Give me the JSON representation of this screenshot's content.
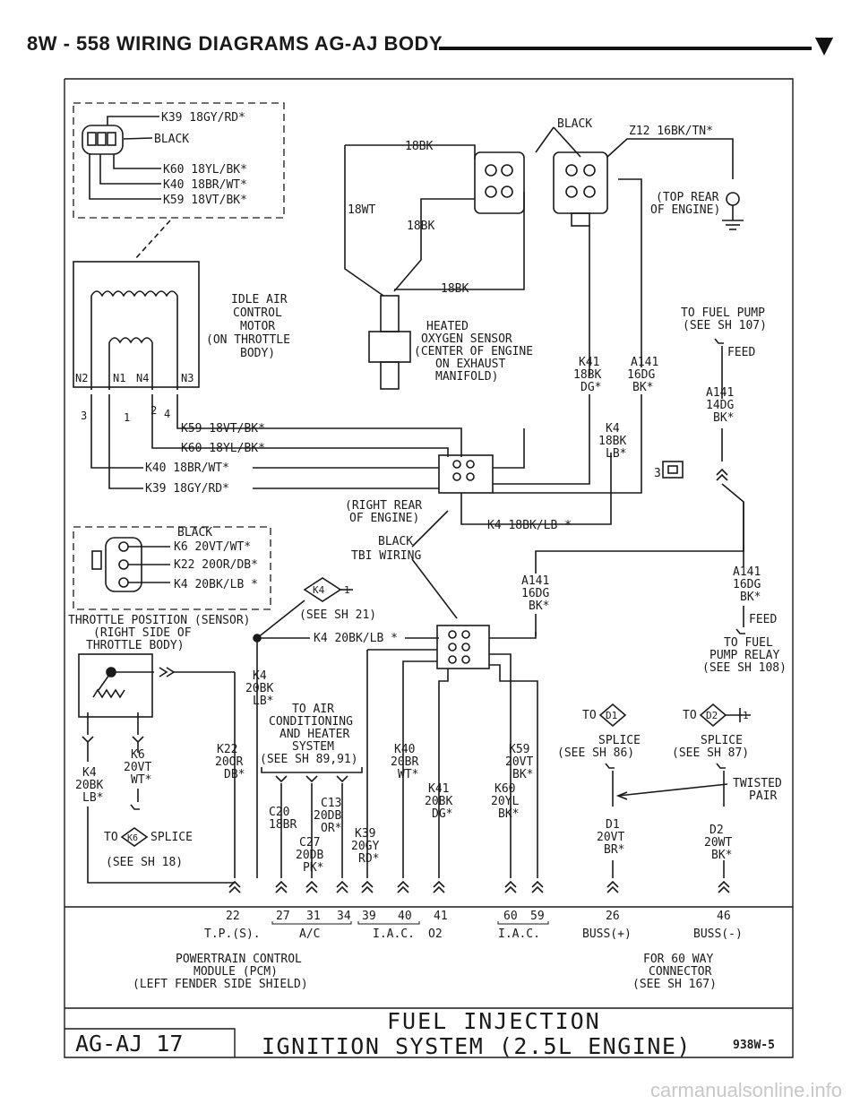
{
  "header": {
    "title": "8W - 558   WIRING DIAGRAMS AG-AJ BODY"
  },
  "colors": {
    "ink": "#1a1a1a",
    "paper": "#ffffff",
    "watermark": "#c8c8c8"
  },
  "conn1": {
    "w1": "K39 18GY/RD*",
    "black": "BLACK",
    "w2": "K60 18YL/BK*",
    "w3": "K40 18BR/WT*",
    "w4": "K59 18VT/BK*"
  },
  "idle": {
    "l1": "IDLE AIR",
    "l2": "CONTROL",
    "l3": "MOTOR",
    "l4": "(ON THROTTLE",
    "l5": "BODY)",
    "n2": "N2",
    "n1": "N1",
    "n4": "N4",
    "n3": "N3",
    "p3": "3",
    "p1": "1",
    "p2": "2",
    "p4": "4"
  },
  "o2": {
    "black": "BLACK",
    "w18bk_a": "18BK",
    "w18wt": "18WT",
    "w18bk_b": "18BK",
    "w18bk_c": "18BK",
    "z12": "Z12 16BK/TN*",
    "top1": "(TOP REAR",
    "top2": "OF ENGINE)",
    "h1": "HEATED",
    "h2": "OXYGEN SENSOR",
    "h3": "(CENTER OF ENGINE",
    "h4": "ON EXHAUST",
    "h5": "MANIFOLD)"
  },
  "fuel": {
    "l1": "TO FUEL PUMP",
    "l2": "(SEE SH 107)",
    "feed": "FEED",
    "a141a": "A141",
    "a141b": "16DG",
    "a141c": "BK*",
    "k41a": "K41",
    "k41b": "18BK",
    "k41c": "DG*",
    "r1": "A141",
    "r2": "14DG",
    "r3": "BK*"
  },
  "mid": {
    "k59": "K59 18VT/BK*",
    "k60": "K60 18YL/BK*",
    "k40": "K40 18BR/WT*",
    "k39": "K39 18GY/RD*",
    "k4a": "K4",
    "k4b": "18BK",
    "k4c": "LB*",
    "rr1": "(RIGHT REAR",
    "rr2": "OF ENGINE)",
    "k4line": "K4 18BK/LB *",
    "three": "3"
  },
  "tps": {
    "black": "BLACK",
    "k6": "K6 20VT/WT*",
    "k22": "K22 20OR/DB*",
    "k4": "K4 20BK/LB *",
    "t1": "THROTTLE POSITION (SENSOR)",
    "t2": "(RIGHT SIDE OF",
    "t3": "THROTTLE BODY)"
  },
  "tbi": {
    "b1": "BLACK",
    "b2": "TBI WIRING",
    "k4tag": "K4",
    "tag1": "1",
    "see21": "(SEE SH 21)",
    "k4line": "K4 20BK/LB *",
    "a141a": "A141",
    "a141b": "16DG",
    "a141c": "BK*",
    "ra": "A141",
    "rb": "16DG",
    "rc": "BK*",
    "feed": "FEED",
    "fp1": "TO FUEL",
    "fp2": "PUMP RELAY",
    "fp3": "(SEE SH 108)"
  },
  "lower": {
    "k4a": "K4",
    "k4b": "20BK",
    "k4c": "LB*",
    "ac1": "TO AIR",
    "ac2": "CONDITIONING",
    "ac3": "AND HEATER",
    "ac4": "SYSTEM",
    "ac5": "(SEE SH 89,91)",
    "k22a": "K22",
    "k22b": "20OR",
    "k22c": "DB*",
    "k6a": "K6",
    "k6b": "20VT",
    "k6c": "WT*",
    "lk4a": "K4",
    "lk4b": "20BK",
    "lk4c": "LB*",
    "to": "TO",
    "k6tag": "K6",
    "splice": "SPLICE",
    "see18": "(SEE SH 18)",
    "c13a": "C13",
    "c13b": "20DB",
    "c13c": "OR*",
    "c20a": "C20",
    "c20b": "18BR",
    "c27a": "C27",
    "c27b": "20DB",
    "c27c": "PK*",
    "k39a": "K39",
    "k39b": "20GY",
    "k39c": "RD*",
    "k40a": "K40",
    "k40b": "20BR",
    "k40c": "WT*",
    "k41a": "K41",
    "k41b": "20BK",
    "k41c": "DG*",
    "k60a": "K60",
    "k60b": "20YL",
    "k60c": "BK*",
    "k59a": "K59",
    "k59b": "20VT",
    "k59c": "BK*",
    "to1": "TO",
    "d1tag": "D1",
    "sp1": "SPLICE",
    "sp1s": "(SEE SH 86)",
    "to2": "TO",
    "d2tag": "D2",
    "d2one": "1",
    "sp2": "SPLICE",
    "sp2s": "(SEE SH 87)",
    "tw1": "TWISTED",
    "tw2": "PAIR",
    "d1a": "D1",
    "d1b": "20VT",
    "d1c": "BR*",
    "d2a": "D2",
    "d2b": "20WT",
    "d2c": "BK*"
  },
  "pcm": {
    "n22": "22",
    "n27": "27",
    "n31": "31",
    "n34": "34",
    "n39": "39",
    "n40": "40",
    "n41": "41",
    "n60": "60",
    "n59": "59",
    "n26": "26",
    "n46": "46",
    "tps": "T.P.(S).",
    "ac": "A/C",
    "iac1": "I.A.C.",
    "o2": "O2",
    "iac2": "I.A.C.",
    "bp": "BUSS(+)",
    "bm": "BUSS(-)",
    "m1": "POWERTRAIN CONTROL",
    "m2": "MODULE (PCM)",
    "m3": "(LEFT FENDER SIDE SHIELD)",
    "f1": "FOR 60 WAY",
    "f2": "CONNECTOR",
    "f3": "(SEE SH 167)"
  },
  "footer": {
    "page": "AG-AJ 17",
    "t1": "FUEL INJECTION",
    "t2": "IGNITION SYSTEM (2.5L ENGINE)",
    "code": "938W-5"
  },
  "watermark": "carmanualsonline.info"
}
